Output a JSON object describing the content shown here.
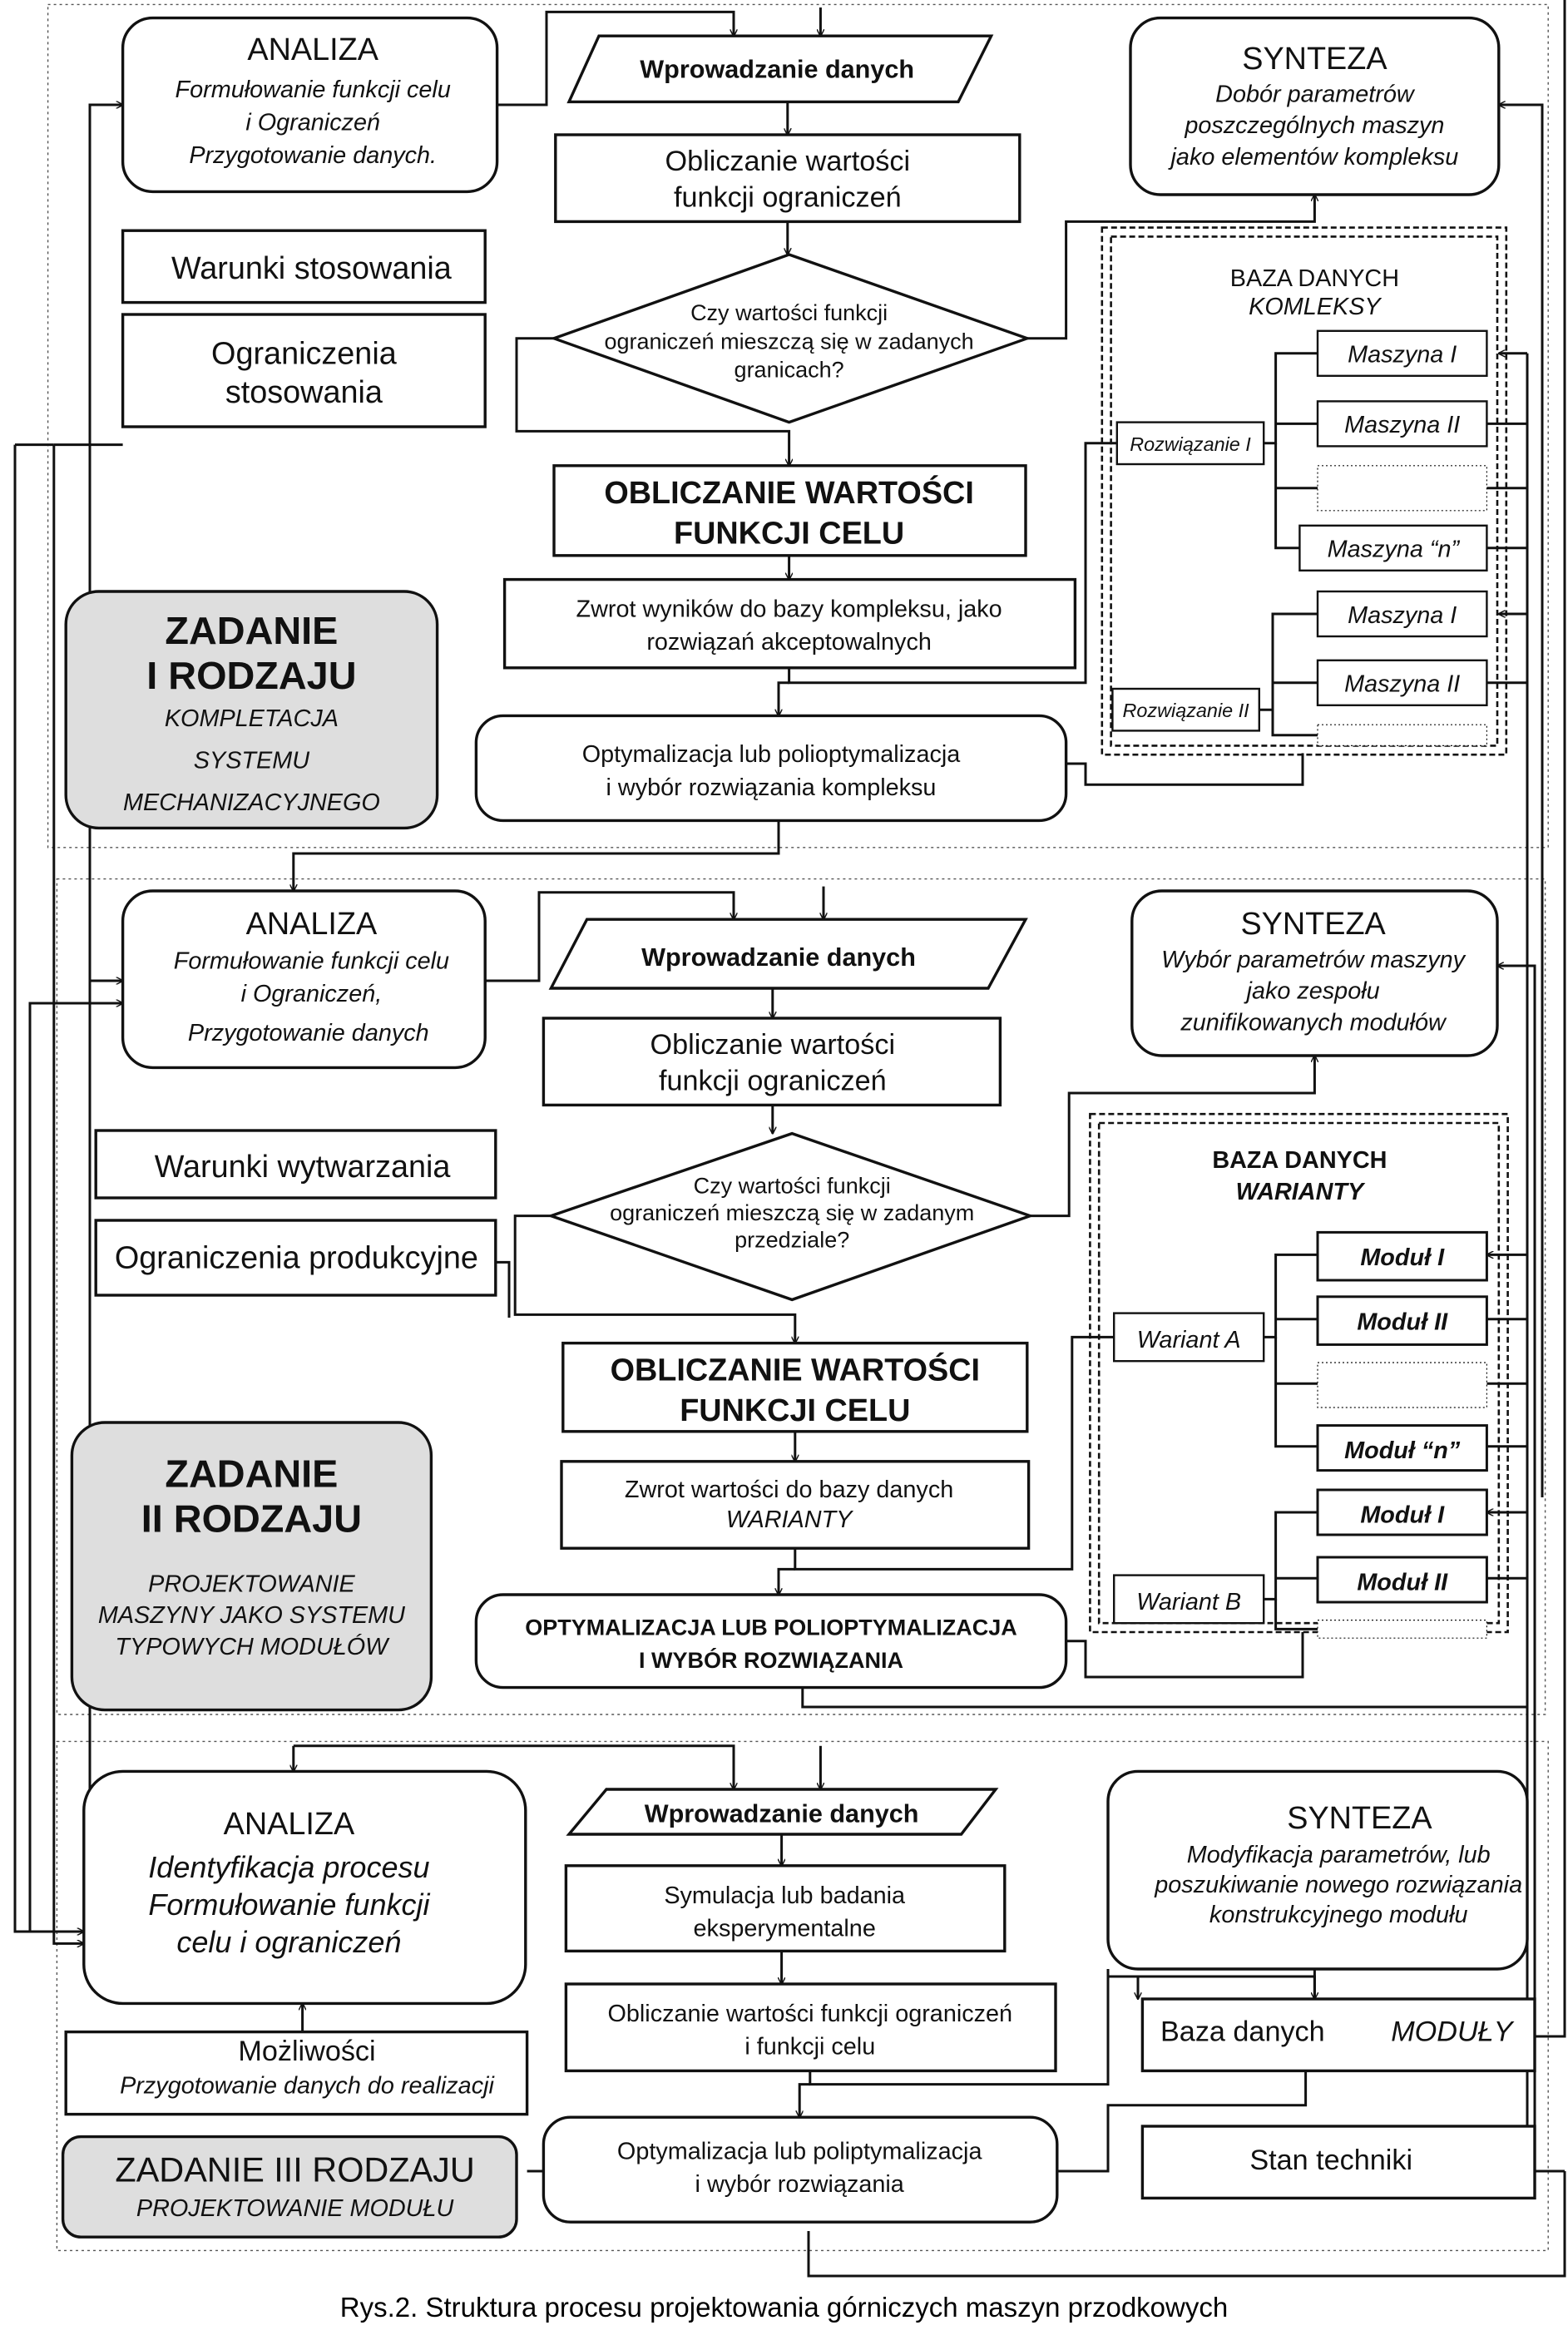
{
  "caption": "Rys.2. Struktura procesu projektowania górniczych maszyn przodkowych",
  "colors": {
    "line": "#111111",
    "task_fill": "#dedede",
    "background": "#ffffff",
    "dashed": "#333333"
  },
  "panel1": {
    "analiza": {
      "title": "ANALIZA",
      "lines": [
        "Formułowanie funkcji celu",
        "i Ograniczeń",
        "Przygotowanie danych."
      ]
    },
    "input": "Wprowadzanie danych",
    "calc_constraints": [
      "Obliczanie wartości",
      "funkcji ograniczeń"
    ],
    "decision": [
      "Czy wartości funkcji",
      "ograniczeń mieszczą się w zadanych",
      "granicach?"
    ],
    "calc_objective": [
      "OBLICZANIE WARTOŚCI",
      "FUNKCJI CELU"
    ],
    "return_results": [
      "Zwrot wyników do bazy kompleksu, jako",
      "rozwiązań akceptowalnych"
    ],
    "optimization": [
      "Optymalizacja lub polioptymalizacja",
      "i wybór rozwiązania kompleksu"
    ],
    "synteza": {
      "title": "SYNTEZA",
      "lines": [
        "Dobór parametrów",
        "poszczególnych maszyn",
        "jako elementów kompleksu"
      ]
    },
    "conditions": "Warunki stosowania",
    "constraints": [
      "Ograniczenia",
      "stosowania"
    ],
    "task": {
      "title": [
        "ZADANIE",
        "I RODZAJU"
      ],
      "subtitle": [
        "KOMPLETACJA",
        "SYSTEMU",
        "MECHANIZACYJNEGO"
      ]
    },
    "database": {
      "title": "BAZA DANYCH",
      "subtitle": "KOMLEKSY",
      "solution_a": "Rozwiązanie I",
      "solution_b": "Rozwiązanie II",
      "items_a": [
        "Maszyna I",
        "Maszyna II",
        "",
        "Maszyna “n”"
      ],
      "items_b": [
        "Maszyna I",
        "Maszyna II",
        ""
      ]
    }
  },
  "panel2": {
    "analiza": {
      "title": "ANALIZA",
      "lines": [
        "Formułowanie funkcji celu",
        "i  Ograniczeń,",
        "Przygotowanie danych"
      ]
    },
    "input": "Wprowadzanie danych",
    "calc_constraints": [
      "Obliczanie wartości",
      "funkcji ograniczeń"
    ],
    "decision": [
      "Czy wartości funkcji",
      "ograniczeń mieszczą się w zadanym",
      "przedziale?"
    ],
    "calc_objective": [
      "OBLICZANIE WARTOŚCI",
      "FUNKCJI CELU"
    ],
    "return_results": [
      "Zwrot wartości do bazy danych",
      "WARIANTY"
    ],
    "optimization": [
      "OPTYMALIZACJA LUB POLIOPTYMALIZACJA",
      "I WYBÓR ROZWIĄZANIA"
    ],
    "synteza": {
      "title": "SYNTEZA",
      "lines": [
        "Wybór parametrów maszyny",
        "jako zespołu",
        "zunifikowanych modułów"
      ]
    },
    "conditions": "Warunki wytwarzania",
    "constraints": "Ograniczenia produkcyjne",
    "task": {
      "title": [
        "ZADANIE",
        "II RODZAJU"
      ],
      "subtitle": [
        "PROJEKTOWANIE",
        "MASZYNY JAKO SYSTEMU",
        "TYPOWYCH MODUŁÓW"
      ]
    },
    "database": {
      "title": "BAZA DANYCH",
      "subtitle": "WARIANTY",
      "solution_a": "Wariant A",
      "solution_b": "Wariant B",
      "items_a": [
        "Moduł I",
        "Moduł II",
        "",
        "Moduł “n”"
      ],
      "items_b": [
        "Moduł I",
        "Moduł II",
        ""
      ]
    }
  },
  "panel3": {
    "analiza": {
      "title": "ANALIZA",
      "lines": [
        "Identyfikacja procesu",
        "Formułowanie funkcji",
        "celu i ograniczeń"
      ]
    },
    "input": "Wprowadzanie danych",
    "simulation": [
      "Symulacja lub badania",
      "eksperymentalne"
    ],
    "calc": [
      "Obliczanie wartości funkcji ograniczeń",
      "i funkcji celu"
    ],
    "optimization": [
      "Optymalizacja lub poliptymalizacja",
      "i wybór rozwiązania"
    ],
    "synteza": {
      "title": "SYNTEZA",
      "lines": [
        "Modyfikacja parametrów, lub",
        "poszukiwanie nowego rozwiązania",
        "konstrukcyjnego modułu"
      ]
    },
    "database": {
      "label": "Baza danych",
      "name": "MODUŁY"
    },
    "state_of_art": "Stan techniki",
    "possibilities": {
      "title": "Możliwości",
      "subtitle": "Przygotowanie danych do realizacji"
    },
    "task": {
      "title": "ZADANIE III RODZAJU",
      "subtitle": "PROJEKTOWANIE MODUŁU"
    }
  }
}
